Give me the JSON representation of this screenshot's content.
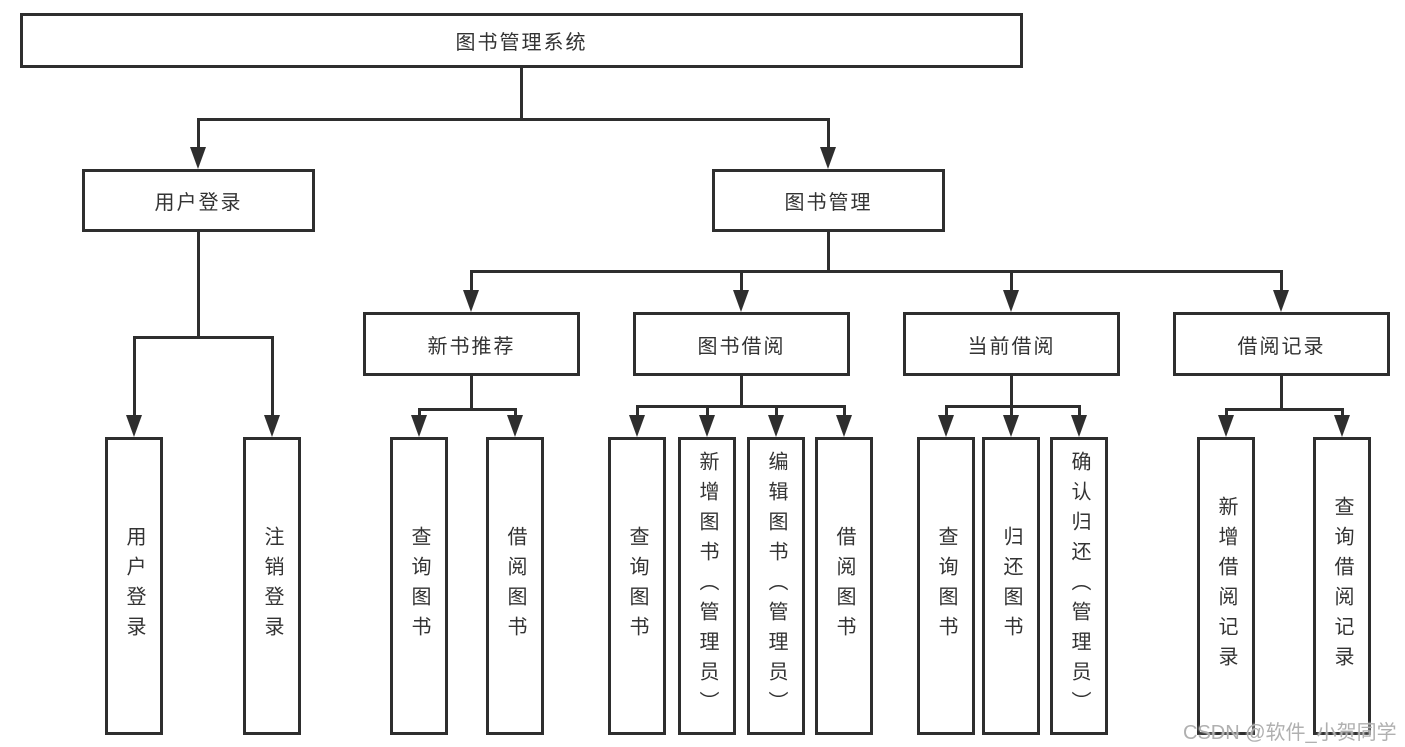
{
  "tree": {
    "label": "图书管理系统",
    "children": [
      {
        "label": "用户登录",
        "children": [
          {
            "label": "用户登录"
          },
          {
            "label": "注销登录"
          }
        ]
      },
      {
        "label": "图书管理",
        "children": [
          {
            "label": "新书推荐",
            "children": [
              {
                "label": "查询图书"
              },
              {
                "label": "借阅图书"
              }
            ]
          },
          {
            "label": "图书借阅",
            "children": [
              {
                "label": "查询图书"
              },
              {
                "label": "新增图书（管理员）"
              },
              {
                "label": "编辑图书（管理员）"
              },
              {
                "label": "借阅图书"
              }
            ]
          },
          {
            "label": "当前借阅",
            "children": [
              {
                "label": "查询图书"
              },
              {
                "label": "归还图书"
              },
              {
                "label": "确认归还（管理员）"
              }
            ]
          },
          {
            "label": "借阅记录",
            "children": [
              {
                "label": "新增借阅记录"
              },
              {
                "label": "查询借阅记录"
              }
            ]
          }
        ]
      }
    ]
  },
  "watermark": "CSDN @软件_小贺同学",
  "colors": {
    "line": "#2e2e2e",
    "box_border": "#2e2e2e",
    "text": "#333333",
    "watermark": "#b0b0b0",
    "background": "#ffffff"
  }
}
